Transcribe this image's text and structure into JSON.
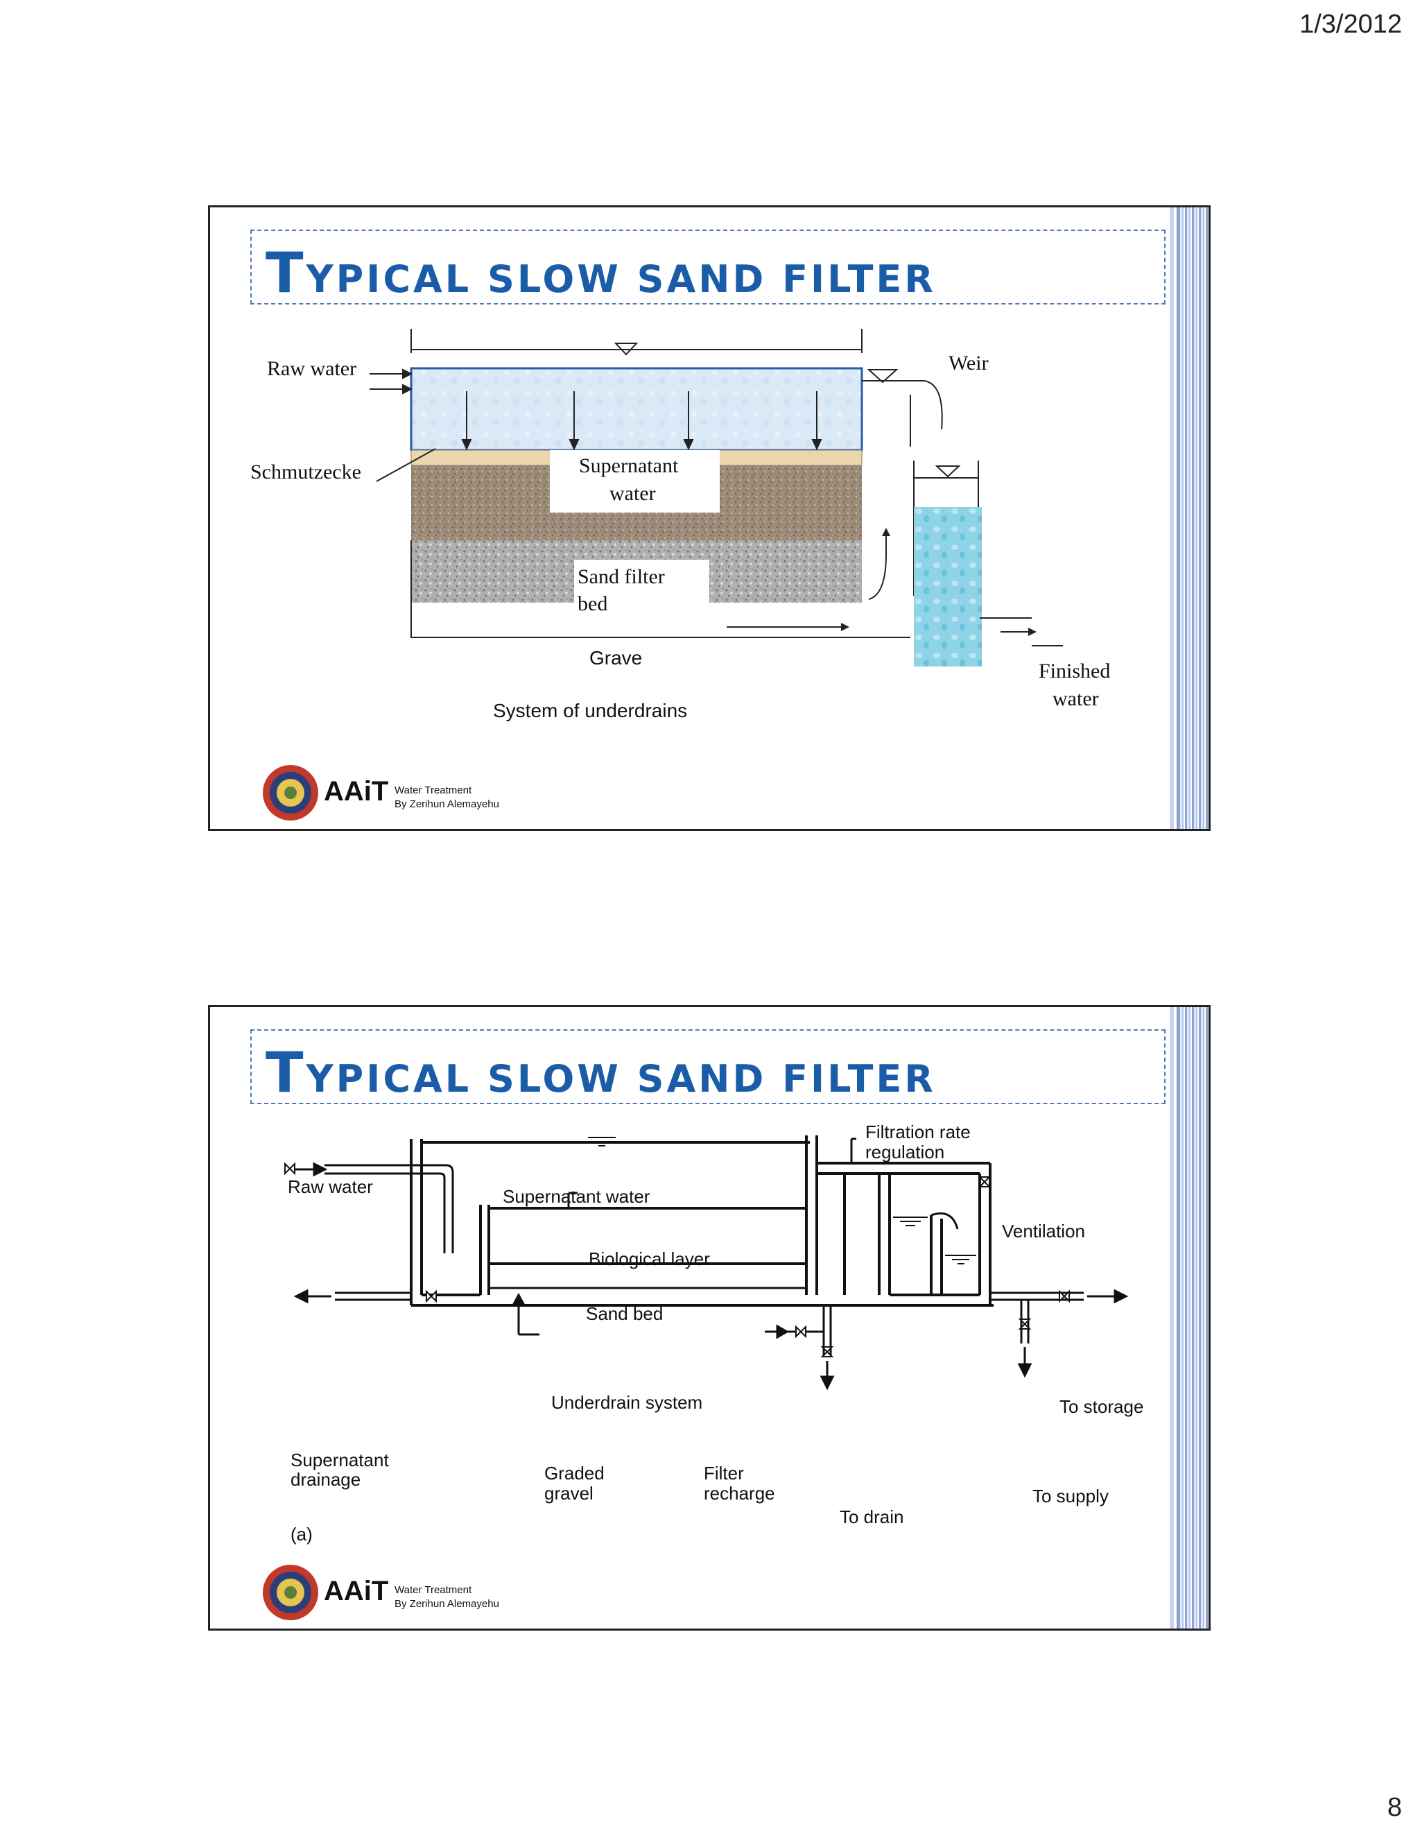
{
  "page": {
    "date": "1/3/2012",
    "number": "8"
  },
  "slide1": {
    "title_first": "T",
    "title_rest": "YPICAL  SLOW  SAND  FILTER",
    "labels": {
      "raw_water": "Raw water",
      "schmutzdecke": "Schmutzecke",
      "supernatant_1": "Supernatant",
      "supernatant_2": "water",
      "weir": "Weir",
      "sand_1": "Sand filter",
      "sand_2": "bed",
      "gravel": "Grave",
      "underdrains": "System of underdrains",
      "finished_1": "Finished",
      "finished_2": "water"
    },
    "footer": {
      "logo_text": "AAiT",
      "line1": "Water Treatment",
      "line2": "By Zerihun Alemayehu"
    }
  },
  "slide2": {
    "title_first": "T",
    "title_rest": "YPICAL  SLOW  SAND  FILTER",
    "labels": {
      "filtration_1": "Filtration rate",
      "filtration_2": "regulation",
      "raw_water": "Raw water",
      "supernatant": "Supernatant water",
      "ventilation": "Ventilation",
      "biological": "Biological layer",
      "sand_bed": "Sand bed",
      "underdrain": "Underdrain system",
      "to_storage": "To storage",
      "supernatant_drain_1": "Supernatant",
      "supernatant_drain_2": "drainage",
      "graded_1": "Graded",
      "graded_2": "gravel",
      "filter_1": "Filter",
      "filter_2": "recharge",
      "to_supply": "To supply",
      "to_drain": "To drain",
      "panel": "(a)"
    },
    "footer": {
      "logo_text": "AAiT",
      "line1": "Water Treatment",
      "line2": "By Zerihun Alemayehu"
    }
  }
}
